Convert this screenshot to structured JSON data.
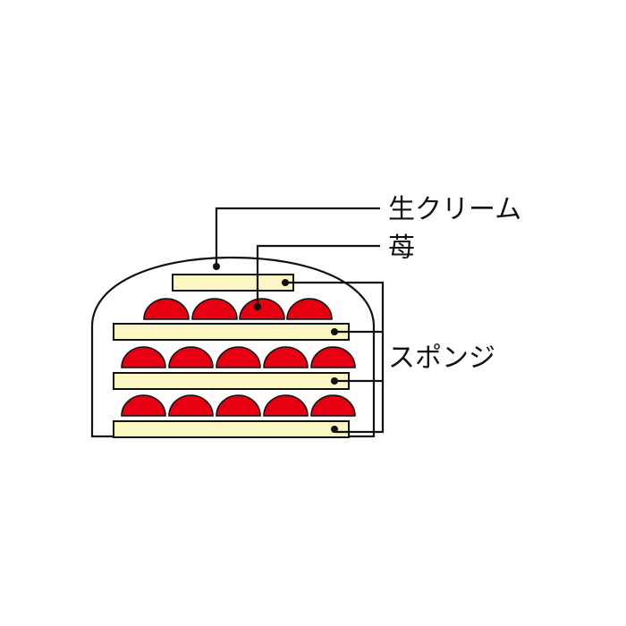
{
  "labels": {
    "cream": "生クリーム",
    "strawberry": "苺",
    "sponge": "スポンジ"
  },
  "colors": {
    "sponge_fill": "#fbf6c2",
    "strawberry_fill": "#e60012",
    "outline": "#111111",
    "background": "#ffffff"
  }
}
